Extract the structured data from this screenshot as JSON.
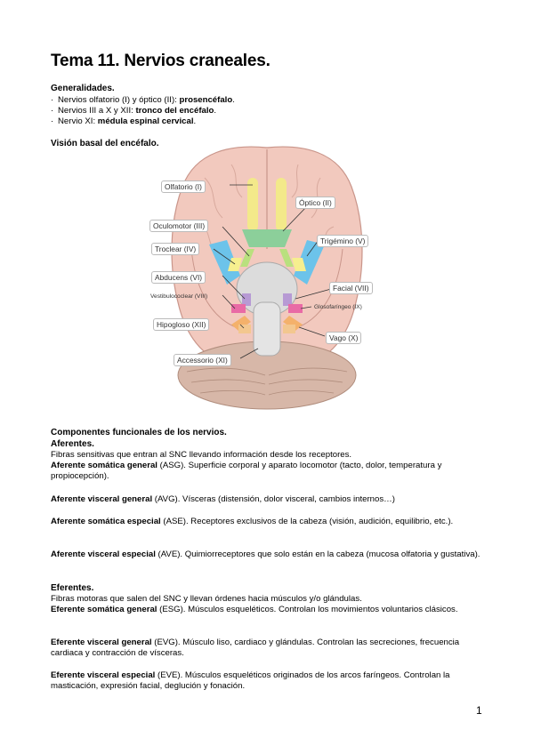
{
  "title": "Tema 11. Nervios craneales.",
  "generalidades": {
    "heading": "Generalidades.",
    "items": [
      {
        "text": "Nervios olfatorio (I) y óptico (II): ",
        "bold": "prosencéfalo",
        "end": "."
      },
      {
        "text": "Nervios III a X y XII: ",
        "bold": "tronco del encéfalo",
        "end": "."
      },
      {
        "text": "Nervio XI: ",
        "bold": "médula espinal cervical",
        "end": "."
      }
    ]
  },
  "vision_heading": "Visión basal del encéfalo.",
  "figure_labels": {
    "olfatorio": "Olfatorio (I)",
    "optico": "Óptico (II)",
    "oculomotor": "Oculomotor (III)",
    "troclear": "Troclear (IV)",
    "trigemino": "Trigémino (V)",
    "abducens": "Abducens (VI)",
    "vestibulococlear": "Vestibulococlear (VIII)",
    "facial": "Facial (VII)",
    "glosofaringeo": "Glosofaríngeo (IX)",
    "hipogloso": "Hipogloso (XII)",
    "vago": "Vago (X)",
    "accesorio": "Accessorio (XI)"
  },
  "componentes": {
    "heading": "Componentes funcionales de los nervios.",
    "aferentes_heading": "Aferentes.",
    "aferentes_intro": "Fibras sensitivas que entran al SNC llevando información desde los receptores.",
    "asg_title": "Aferente somática general",
    "asg_text": " (ASG). Superficie corporal y aparato locomotor (tacto, dolor, temperatura y propiocepción).",
    "avg_title": "Aferente visceral general",
    "avg_text": " (AVG). Vísceras (distensión, dolor visceral, cambios internos…)",
    "ase_title": "Aferente somática especial",
    "ase_text": " (ASE). Receptores exclusivos de la cabeza (visión, audición, equilibrio, etc.).",
    "ave_title": "Aferente visceral especial",
    "ave_text": " (AVE). Quimiorreceptores que solo están en la cabeza (mucosa olfatoria y gustativa).",
    "eferentes_heading": "Eferentes.",
    "eferentes_intro": "Fibras motoras que salen del SNC y llevan órdenes hacia músculos y/o glándulas.",
    "esg_title": "Eferente somática general",
    "esg_text": " (ESG). Músculos esqueléticos. Controlan los movimientos voluntarios clásicos.",
    "evg_title": "Eferente visceral general",
    "evg_text": " (EVG). Músculo liso, cardiaco y glándulas. Controlan las secreciones, frecuencia cardiaca y contracción de vísceras.",
    "eve_title": "Eferente visceral especial",
    "eve_text": " (EVE). Músculos esqueléticos originados de los arcos faríngeos. Controlan la masticación, expresión facial, deglución y fonación."
  },
  "page_number": "1"
}
